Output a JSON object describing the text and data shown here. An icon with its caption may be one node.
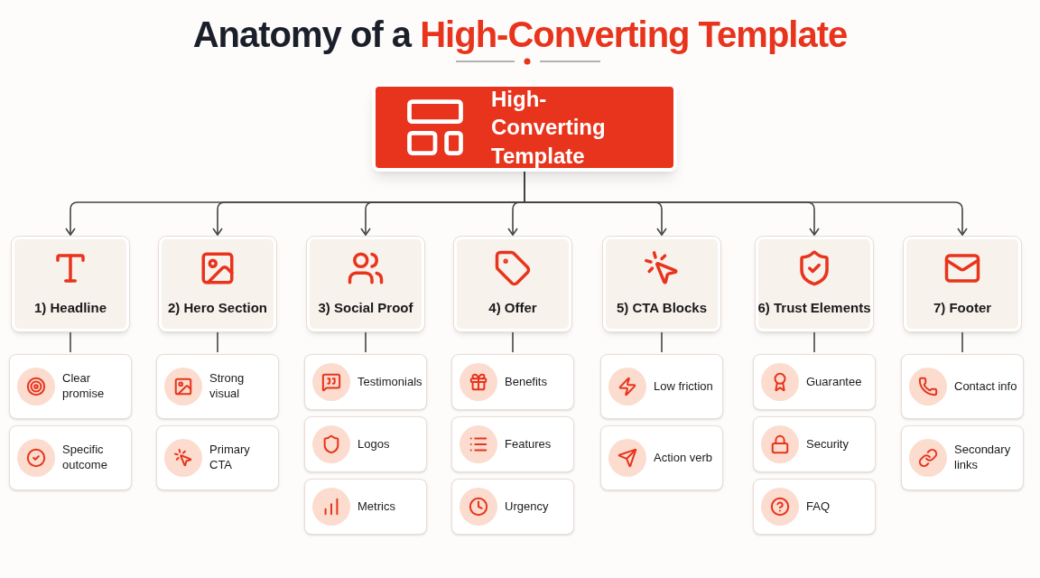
{
  "diagram": {
    "title": "Anatomy of a **High-Converting Template**",
    "nodes": [
      {
        "text": [
          "High-Converting Template"
        ]
      },
      {
        "text": [
          "1) Headline"
        ]
      },
      {
        "text": [
          "Clear promise"
        ]
      },
      {
        "text": [
          "Specific outcome"
        ]
      },
      {
        "text": [
          "2) Hero Section"
        ]
      },
      {
        "text": [
          "Strong visual"
        ]
      },
      {
        "text": [
          "Primary CTA"
        ]
      },
      {
        "text": [
          "3) Social Proof"
        ]
      },
      {
        "text": [
          "Testimonials"
        ]
      },
      {
        "text": [
          "Logos"
        ]
      },
      {
        "text": [
          "Metrics"
        ]
      },
      {
        "text": [
          "4) Offer"
        ]
      },
      {
        "text": [
          "Benefits"
        ]
      },
      {
        "text": [
          "Features"
        ]
      },
      {
        "text": [
          "Urgency"
        ]
      },
      {
        "text": [
          "5) CTA Blocks"
        ]
      },
      {
        "text": [
          "Low friction"
        ]
      },
      {
        "text": [
          "Action verb"
        ]
      },
      {
        "text": [
          "6) Trust Elements"
        ]
      },
      {
        "text": [
          "Guarantee"
        ]
      },
      {
        "text": [
          "Security"
        ]
      },
      {
        "text": [
          "FAQ"
        ]
      },
      {
        "text": [
          "7) Footer"
        ]
      },
      {
        "text": [
          "Contact info"
        ]
      },
      {
        "text": [
          "Secondary links"
        ]
      }
    ],
    "edges": [
      {
        "from": 0,
        "to": 1,
        "arrow": "to"
      },
      {
        "from": 0,
        "to": 4,
        "arrow": "to"
      },
      {
        "from": 0,
        "to": 7,
        "arrow": "to"
      },
      {
        "from": 0,
        "to": 11,
        "arrow": "to"
      },
      {
        "from": 0,
        "to": 15,
        "arrow": "to"
      },
      {
        "from": 0,
        "to": 18,
        "arrow": "to"
      },
      {
        "from": 0,
        "to": 22,
        "arrow": "to"
      },
      {
        "from": 1,
        "to": 2,
        "arrow": "none"
      },
      {
        "from": 4,
        "to": 5,
        "arrow": "none"
      },
      {
        "from": 7,
        "to": 8,
        "arrow": "none"
      },
      {
        "from": 11,
        "to": 12,
        "arrow": "none"
      },
      {
        "from": 15,
        "to": 16,
        "arrow": "none"
      },
      {
        "from": 18,
        "to": 19,
        "arrow": "none"
      },
      {
        "from": 22,
        "to": 23,
        "arrow": "none"
      }
    ]
  }
}
